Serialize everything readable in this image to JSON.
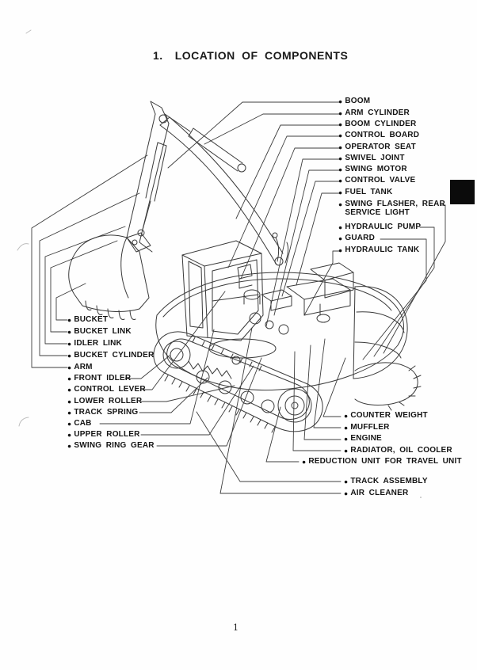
{
  "header": {
    "section_number": "1.",
    "section_title": "LOCATION OF COMPONENTS"
  },
  "icons": {
    "bullet": "●"
  },
  "labels": {
    "right_top": [
      "BOOM",
      "ARM CYLINDER",
      "BOOM CYLINDER",
      "CONTROL BOARD",
      "OPERATOR SEAT",
      "SWIVEL JOINT",
      "SWING MOTOR",
      "CONTROL VALVE",
      "FUEL TANK"
    ],
    "right_mid": {
      "swing_flasher_line1": "SWING FLASHER, REAR",
      "swing_flasher_line2": "SERVICE LIGHT",
      "hydraulic_pump": "HYDRAULIC PUMP",
      "guard": "GUARD",
      "hydraulic_tank": "HYDRAULIC TANK"
    },
    "left": [
      "BUCKET",
      "BUCKET LINK",
      "IDLER LINK",
      "BUCKET CYLINDER",
      "ARM",
      "FRONT IDLER",
      "CONTROL LEVER",
      "LOWER ROLLER",
      "TRACK SPRING",
      "CAB",
      "UPPER ROLLER",
      "SWING RING GEAR"
    ],
    "bottom_right": [
      "COUNTER WEIGHT",
      "MUFFLER",
      "ENGINE",
      "RADIATOR, OIL COOLER",
      "REDUCTION UNIT FOR TRAVEL UNIT",
      "TRACK ASSEMBLY",
      "AIR CLEANER"
    ]
  },
  "footer": {
    "page_number": "1"
  }
}
